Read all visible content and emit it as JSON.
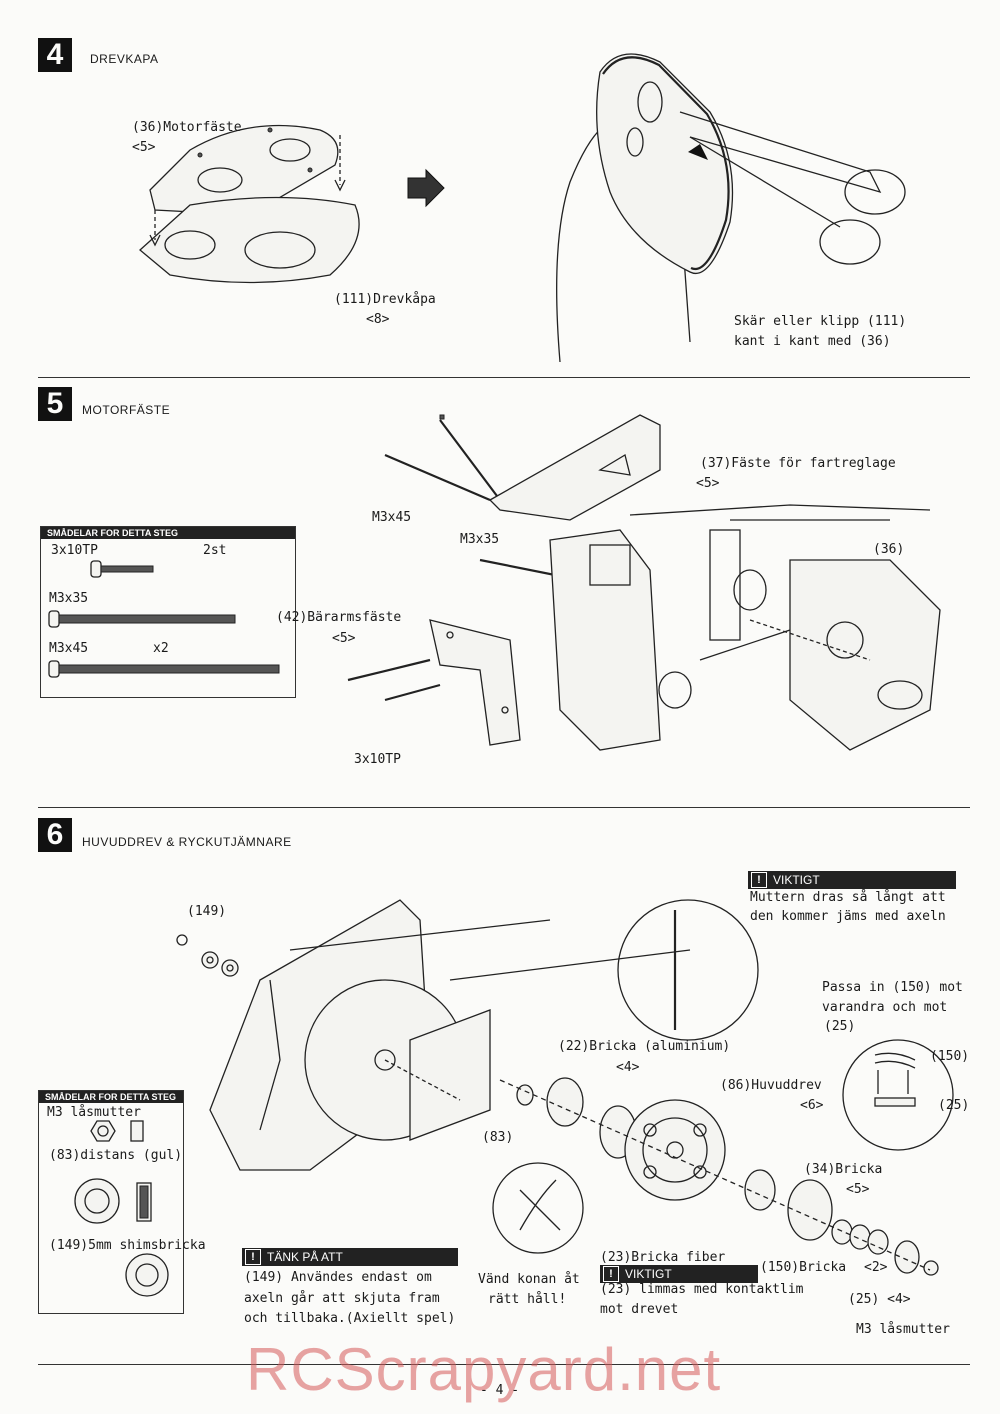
{
  "step4": {
    "number": "4",
    "title": "DREVKAPA",
    "part_motor_mount": "(36)Motorfäste",
    "part_motor_mount_qty": "<5>",
    "part_gear_cover": "(111)Drevkåpa",
    "part_gear_cover_qty": "<8>",
    "cut_note_line1": "Skär eller klipp (111)",
    "cut_note_line2": "kant i kant med (36)"
  },
  "step5": {
    "number": "5",
    "title": "MOTORFÄSTE",
    "small_parts": {
      "header": "SMÅDELAR FOR DETTA STEG",
      "item1_name": "3x10TP",
      "item1_qty": "2st",
      "item2_name": "M3x35",
      "item3_name": "M3x45",
      "item3_qty": "x2"
    },
    "label_m3x45": "M3x45",
    "label_m3x35": "M3x35",
    "part_speed_ctrl_mount": "(37)Fäste för fartreglage",
    "part_speed_ctrl_qty": "<5>",
    "part_36": "(36)",
    "part_arm_mount": "(42)Bärarmsfäste",
    "part_arm_mount_qty": "<5>",
    "label_3x10tp": "3x10TP"
  },
  "step6": {
    "number": "6",
    "title": "HUVUDDREV & RYCKUTJÄMNARE",
    "small_parts": {
      "header": "SMÅDELAR FOR DETTA STEG",
      "item1": "M3 låsmutter",
      "item2": "(83)distans (gul)",
      "item3": "(149)5mm shimsbricka"
    },
    "label_149": "(149)",
    "label_83": "(83)",
    "washer_alu": "(22)Bricka (aluminium)",
    "washer_alu_qty": "<4>",
    "main_gear": "(86)Huvuddrev",
    "main_gear_qty": "<6>",
    "washer_34": "(34)Bricka",
    "washer_34_qty": "<5>",
    "washer_150": "(150)Bricka",
    "washer_150_qty": "<2>",
    "label_25_qty": "(25)  <4>",
    "lock_nut": "M3 låsmutter",
    "fiber_washer": "(23)Bricka fiber",
    "important1": {
      "header": "VIKTIGT",
      "line1": "Muttern dras så långt att",
      "line2": "den kommer jäms med axeln"
    },
    "fit_note_line1": "Passa in (150) mot",
    "fit_note_line2": "varandra och mot",
    "fit_note_line3": "(25)",
    "inset_150": "(150)",
    "inset_25": "(25)",
    "think_about": {
      "header": "TÄNK PÅ ATT",
      "line1": "(149) Användes endast om",
      "line2": "axeln går att skjuta fram",
      "line3": "och tillbaka.(Axiellt spel)"
    },
    "cone_note_line1": "Vänd konan åt",
    "cone_note_line2": "rätt håll!",
    "important2": {
      "header": "VIKTIGT",
      "line1": "(23) limmas med kontaktlim",
      "line2": "mot drevet"
    }
  },
  "footer": {
    "page_number": "- 4 -",
    "watermark": "RCScrapyard.net"
  }
}
